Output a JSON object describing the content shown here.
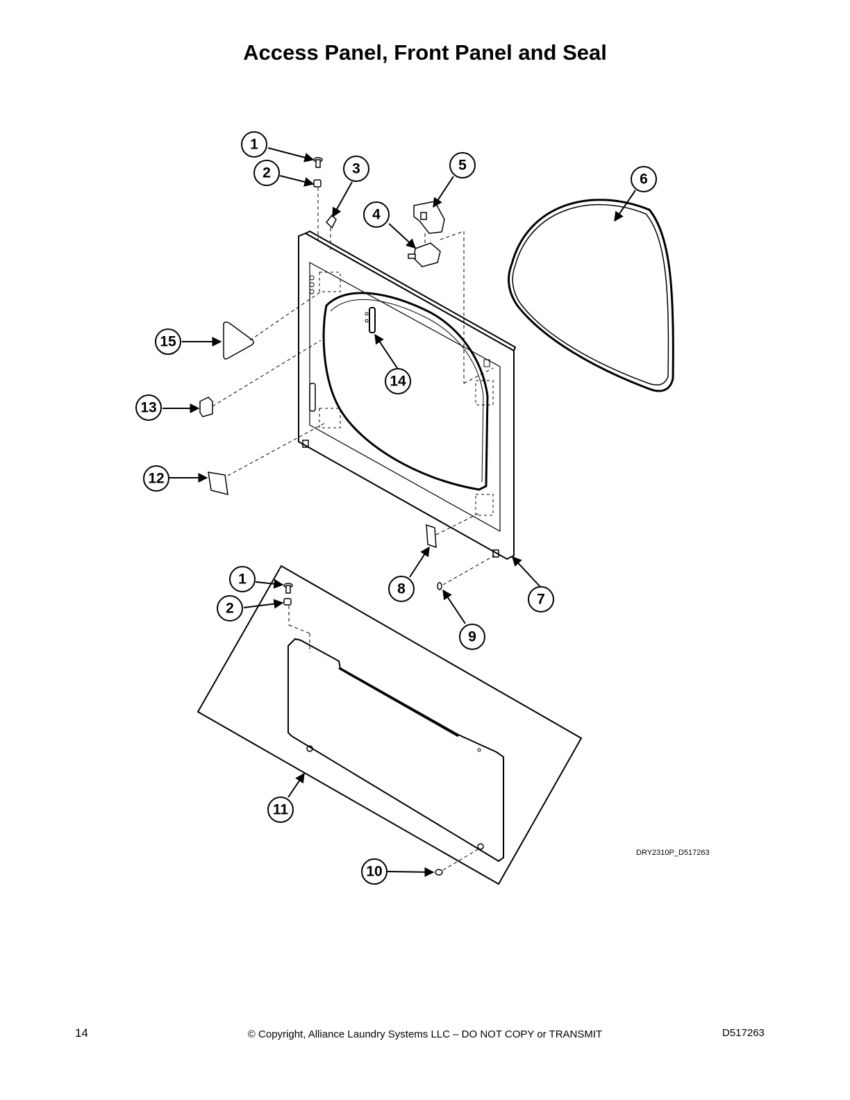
{
  "title": "Access Panel, Front Panel and Seal",
  "callouts": [
    "1",
    "2",
    "3",
    "4",
    "5",
    "6",
    "7",
    "8",
    "9",
    "10",
    "11",
    "12",
    "13",
    "14",
    "15",
    "1",
    "2"
  ],
  "drawing_reference": "DRY2310P_D517263",
  "footer": {
    "page_number": "14",
    "copyright": "© Copyright, Alliance Laundry Systems LLC – DO NOT COPY or TRANSMIT",
    "document_number": "D517263"
  }
}
